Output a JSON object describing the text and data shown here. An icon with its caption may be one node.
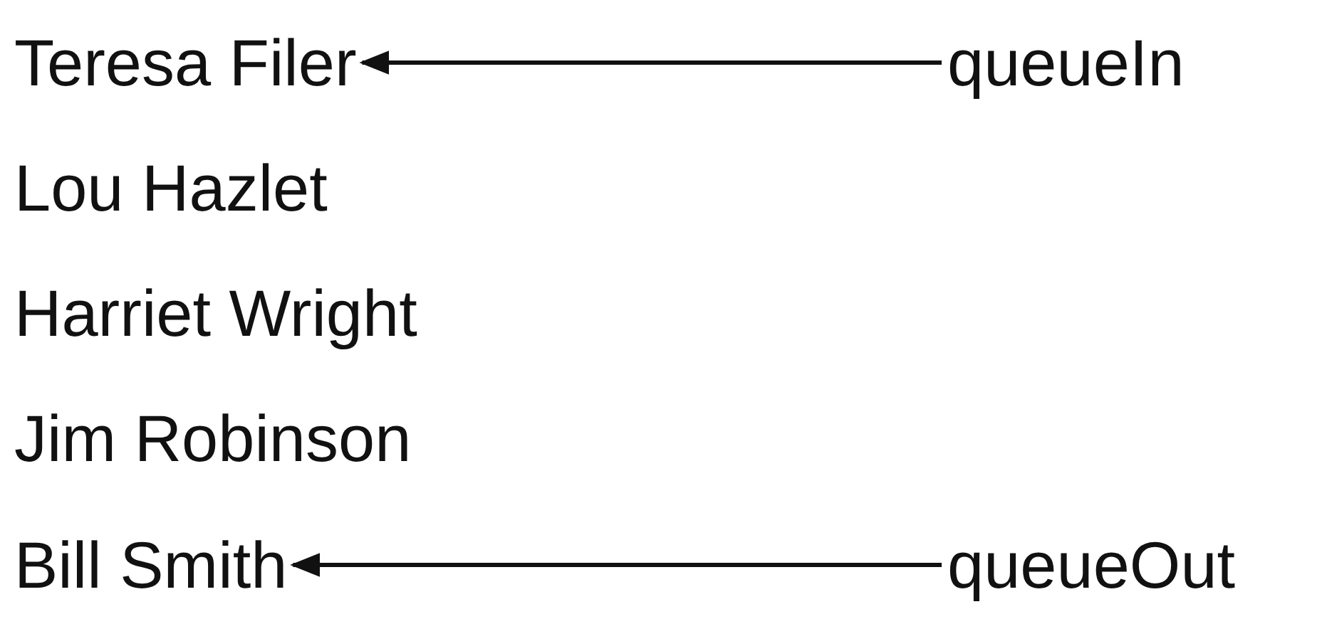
{
  "diagram": {
    "nodes": [
      {
        "text": [
          "Teresa Filer"
        ]
      },
      {
        "text": [
          "queueIn"
        ]
      },
      {
        "text": [
          "Lou Hazlet"
        ]
      },
      {
        "text": [
          "Harriet Wright"
        ]
      },
      {
        "text": [
          "Jim Robinson"
        ]
      },
      {
        "text": [
          "Bill Smith"
        ]
      },
      {
        "text": [
          "queueOut"
        ]
      }
    ],
    "edges": [
      {
        "from": 1,
        "to": 0,
        "arrow": "to"
      },
      {
        "from": 6,
        "to": 5,
        "arrow": "to"
      }
    ]
  }
}
